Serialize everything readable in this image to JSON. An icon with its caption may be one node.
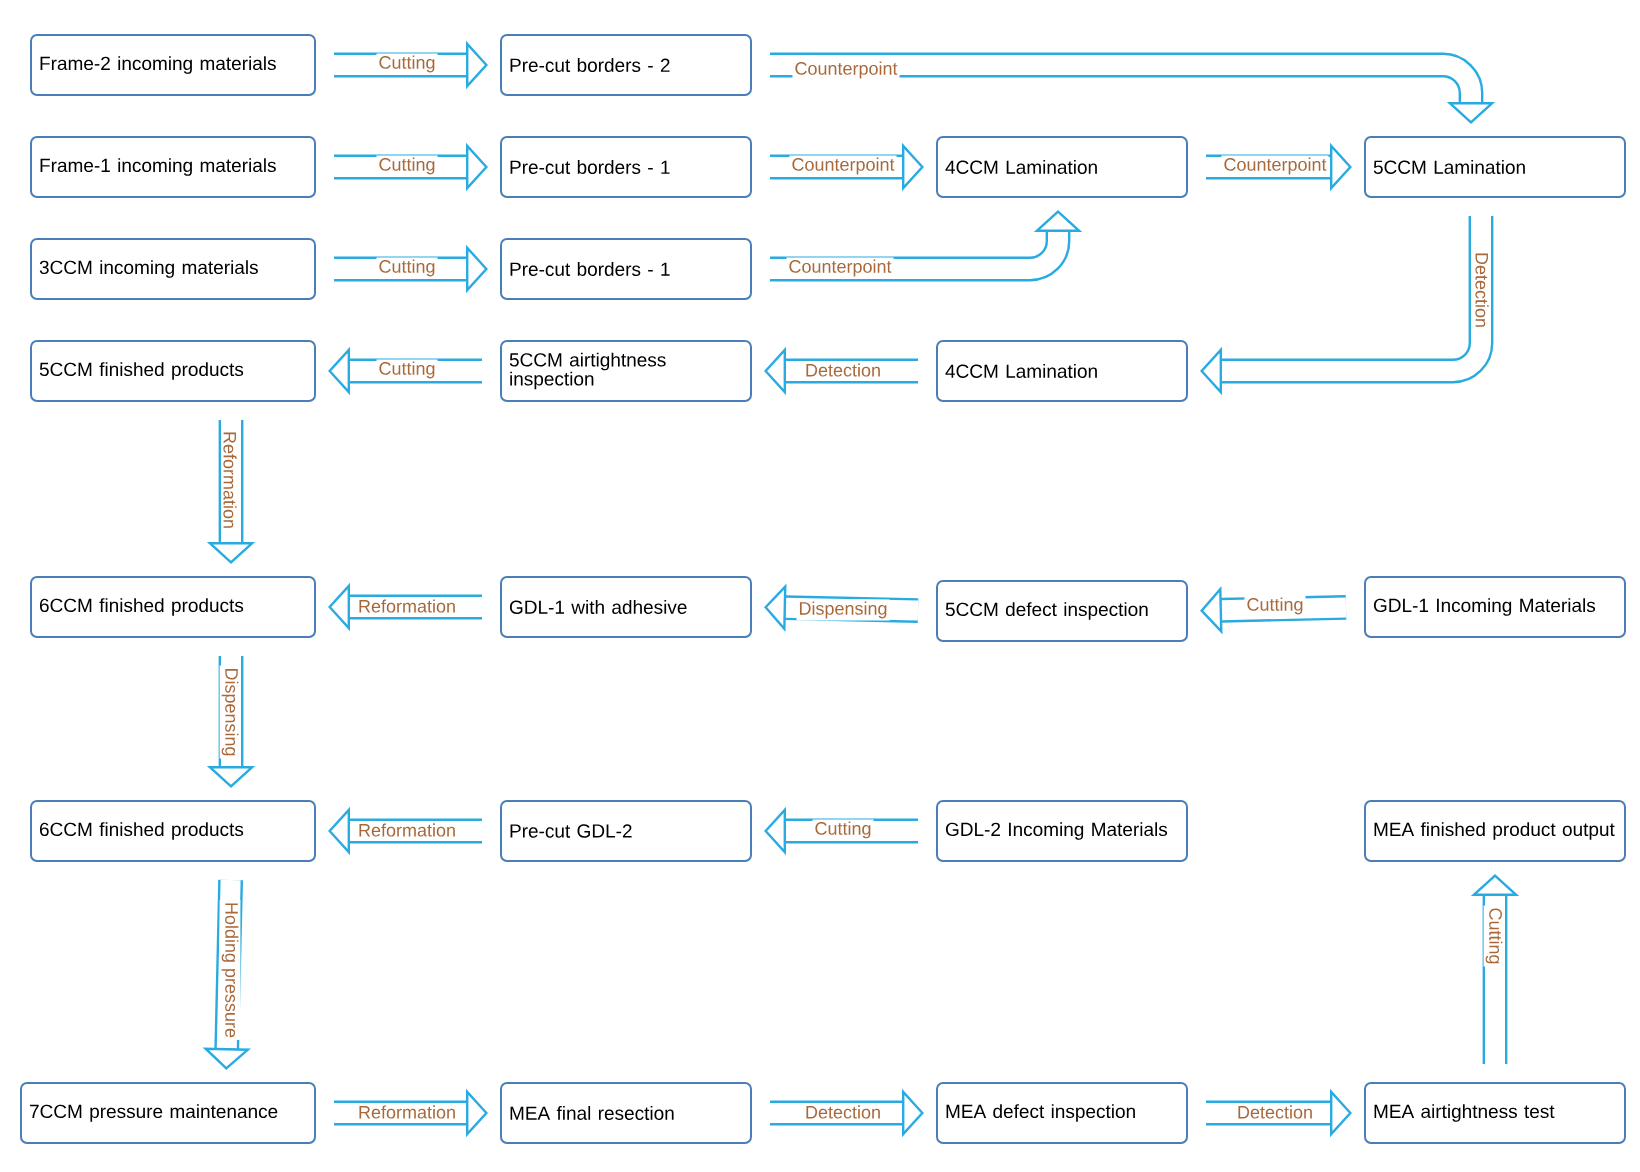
{
  "diagram": {
    "nodes": [
      {
        "text": [
          "Frame-2 incoming materials"
        ]
      },
      {
        "text": [
          "Pre-cut borders - 2"
        ]
      },
      {
        "text": [
          "Frame-1 incoming materials"
        ]
      },
      {
        "text": [
          "Pre-cut borders - 1"
        ]
      },
      {
        "text": [
          "4CCM Lamination"
        ]
      },
      {
        "text": [
          "5CCM Lamination"
        ]
      },
      {
        "text": [
          "3CCM incoming materials"
        ]
      },
      {
        "text": [
          "Pre-cut borders - 1"
        ]
      },
      {
        "text": [
          "5CCM finished products"
        ]
      },
      {
        "text": [
          "5CCM airtightness inspection"
        ]
      },
      {
        "text": [
          "4CCM Lamination"
        ]
      },
      {
        "text": [
          "6CCM finished products"
        ]
      },
      {
        "text": [
          "GDL-1 with adhesive"
        ]
      },
      {
        "text": [
          "5CCM defect inspection"
        ]
      },
      {
        "text": [
          "GDL-1 Incoming Materials"
        ]
      },
      {
        "text": [
          "6CCM finished products"
        ]
      },
      {
        "text": [
          "Pre-cut GDL-2"
        ]
      },
      {
        "text": [
          "GDL-2 Incoming Materials"
        ]
      },
      {
        "text": [
          "MEA finished product output"
        ]
      },
      {
        "text": [
          "7CCM pressure maintenance"
        ]
      },
      {
        "text": [
          "MEA final resection"
        ]
      },
      {
        "text": [
          "MEA defect inspection"
        ]
      },
      {
        "text": [
          "MEA airtightness test"
        ]
      }
    ],
    "edges": [
      {
        "from": 0,
        "to": 1,
        "arrow": "to",
        "label": "Cutting"
      },
      {
        "from": 1,
        "to": 5,
        "arrow": "to",
        "label": "Counterpoint"
      },
      {
        "from": 2,
        "to": 3,
        "arrow": "to",
        "label": "Cutting"
      },
      {
        "from": 3,
        "to": 4,
        "arrow": "to",
        "label": "Counterpoint"
      },
      {
        "from": 4,
        "to": 5,
        "arrow": "to",
        "label": "Counterpoint"
      },
      {
        "from": 6,
        "to": 7,
        "arrow": "to",
        "label": "Cutting"
      },
      {
        "from": 7,
        "to": 4,
        "arrow": "to",
        "label": "Counterpoint"
      },
      {
        "from": 5,
        "to": 10,
        "arrow": "to",
        "label": "Detection"
      },
      {
        "from": 10,
        "to": 9,
        "arrow": "to",
        "label": "Detection"
      },
      {
        "from": 9,
        "to": 8,
        "arrow": "to",
        "label": "Cutting"
      },
      {
        "from": 8,
        "to": 11,
        "arrow": "to",
        "label": "Reformation"
      },
      {
        "from": 14,
        "to": 13,
        "arrow": "to",
        "label": "Cutting"
      },
      {
        "from": 13,
        "to": 12,
        "arrow": "to",
        "label": "Dispensing"
      },
      {
        "from": 12,
        "to": 11,
        "arrow": "to",
        "label": "Reformation"
      },
      {
        "from": 11,
        "to": 15,
        "arrow": "to",
        "label": "Dispensing"
      },
      {
        "from": 17,
        "to": 16,
        "arrow": "to",
        "label": "Cutting"
      },
      {
        "from": 16,
        "to": 15,
        "arrow": "to",
        "label": "Reformation"
      },
      {
        "from": 15,
        "to": 19,
        "arrow": "to",
        "label": "Holding pressure"
      },
      {
        "from": 19,
        "to": 20,
        "arrow": "to",
        "label": "Reformation"
      },
      {
        "from": 20,
        "to": 21,
        "arrow": "to",
        "label": "Detection"
      },
      {
        "from": 21,
        "to": 22,
        "arrow": "to",
        "label": "Detection"
      },
      {
        "from": 22,
        "to": 18,
        "arrow": "to",
        "label": "Cutting"
      }
    ]
  }
}
